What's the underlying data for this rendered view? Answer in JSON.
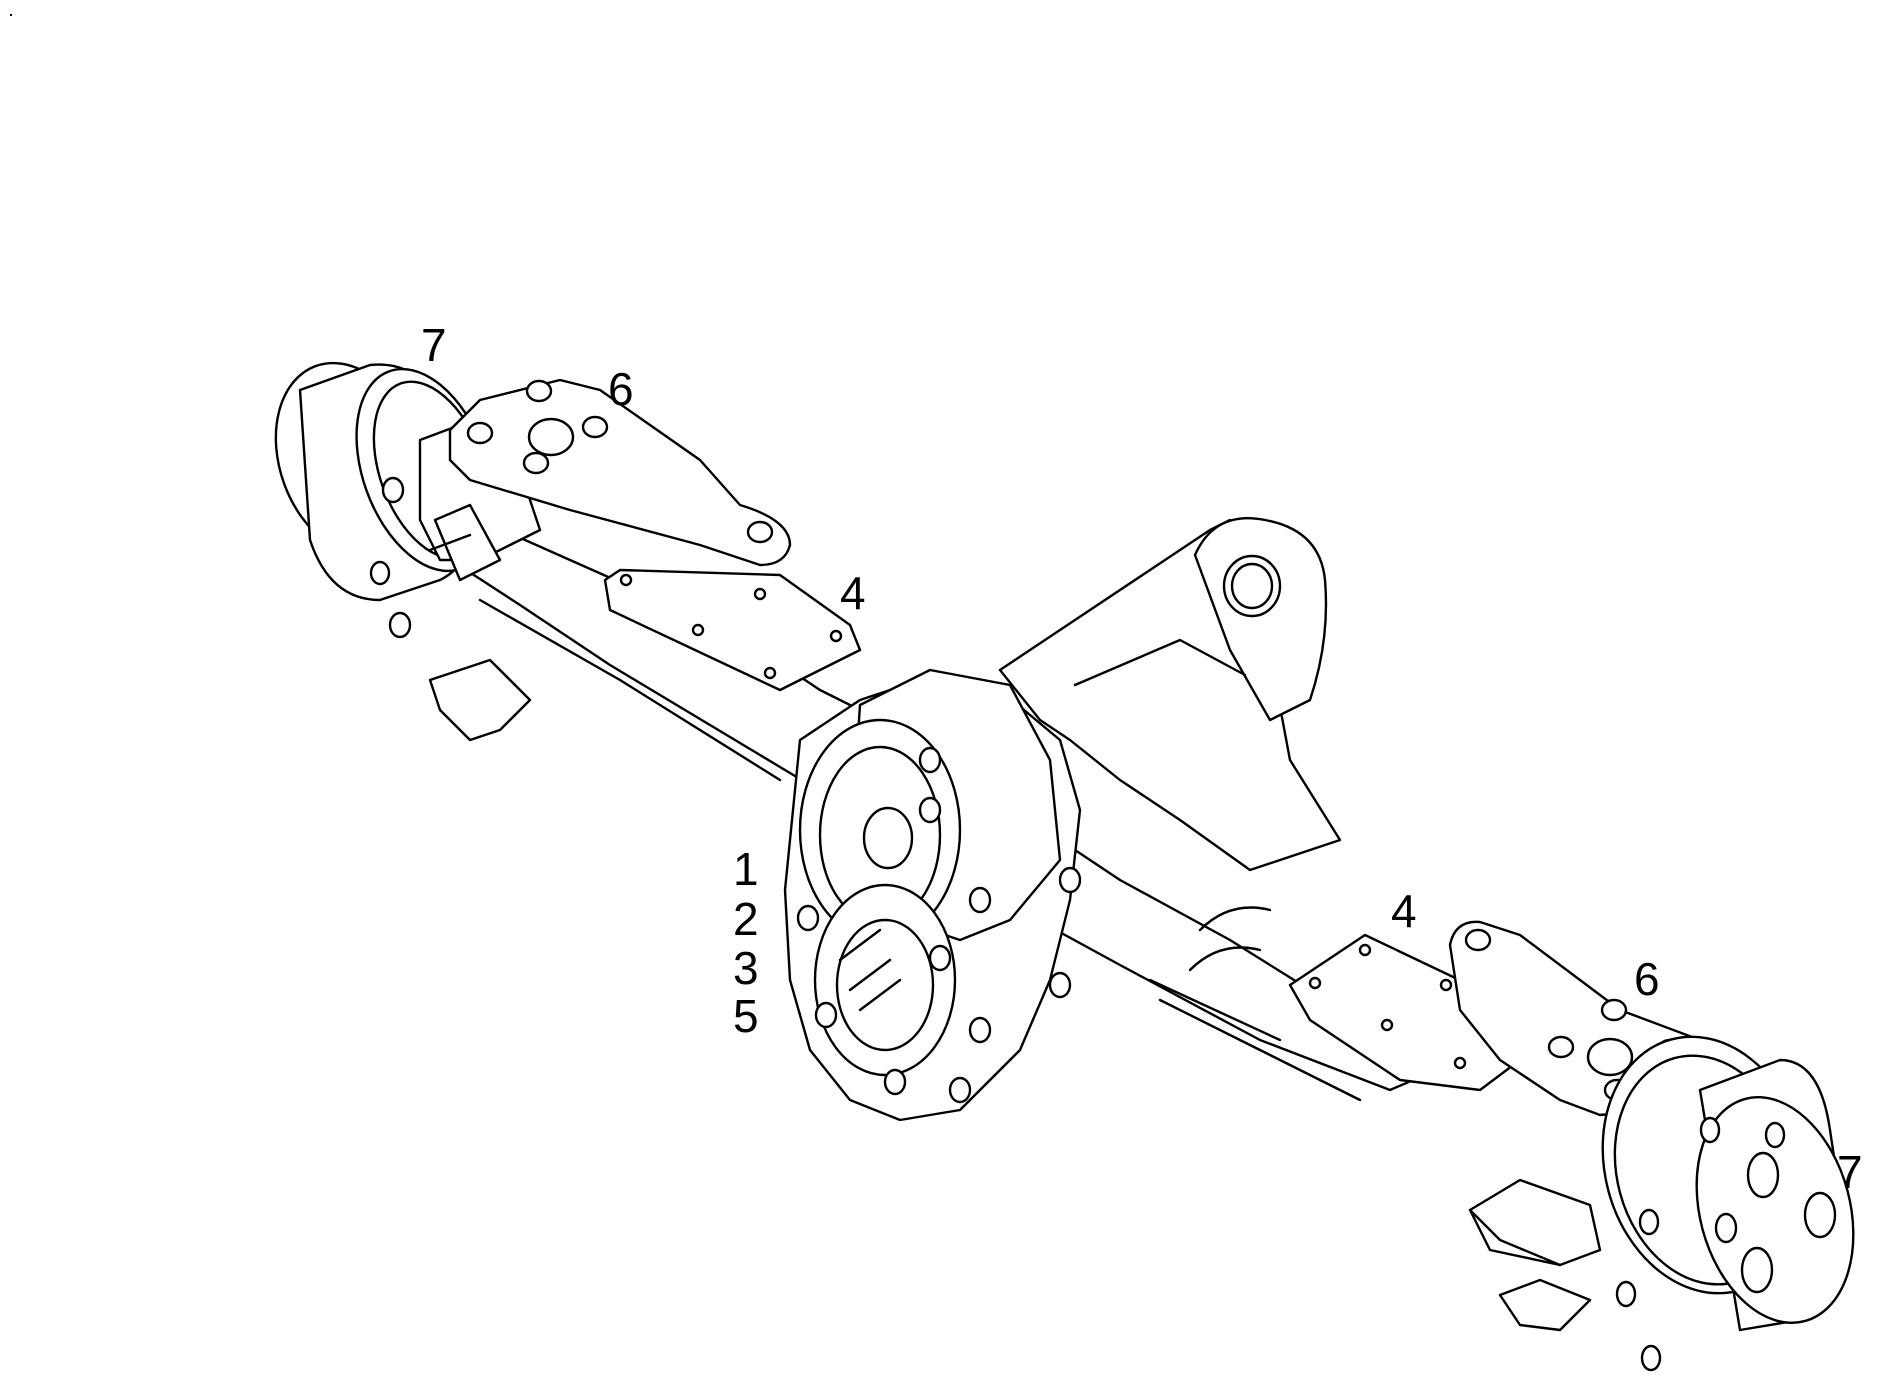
{
  "figure": {
    "type": "exploded parts diagram",
    "subject": "drive axle assembly"
  },
  "callouts": {
    "c7_left": "7",
    "c6_left": "6",
    "c4_left": "4",
    "c1": "1",
    "c2": "2",
    "c3": "3",
    "c5": "5",
    "c4_right": "4",
    "c6_right": "6",
    "c7_right": "7"
  }
}
